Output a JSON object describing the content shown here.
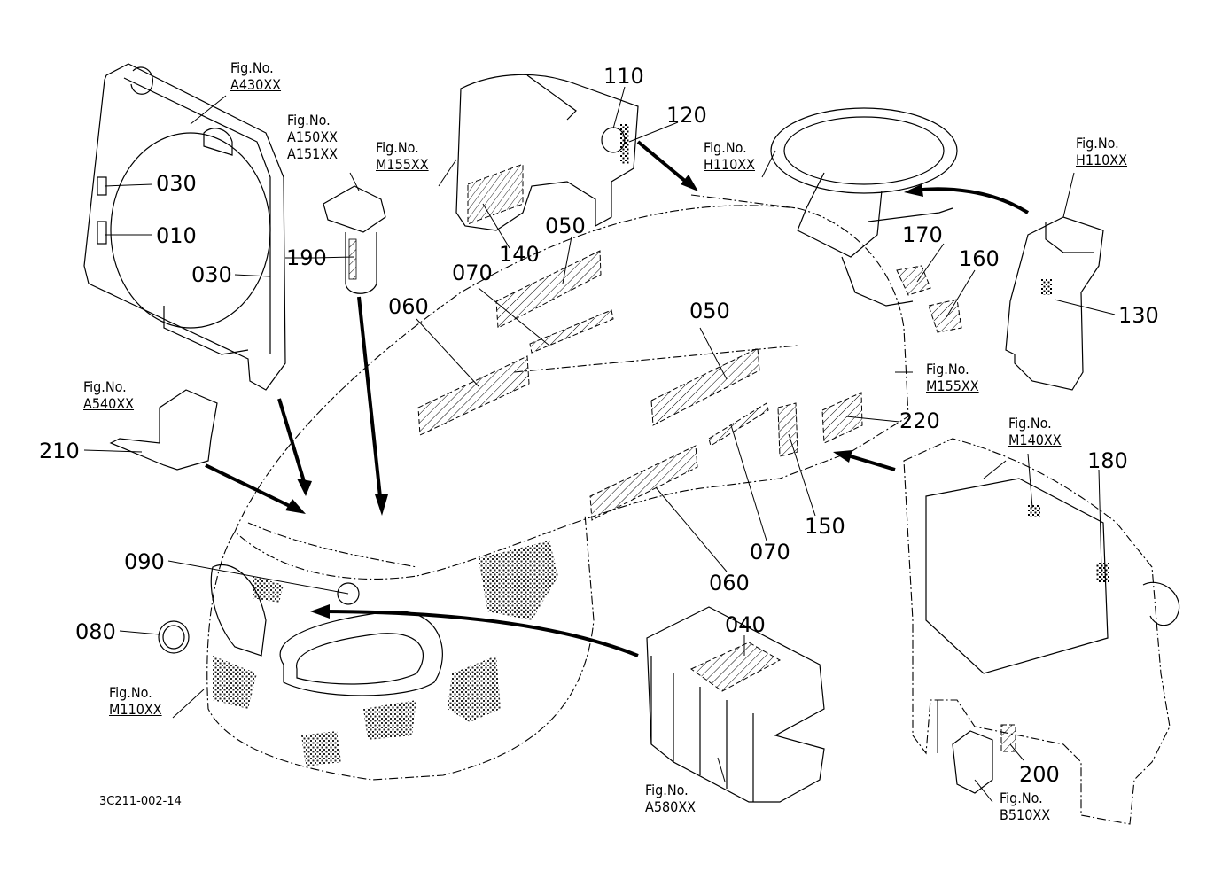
{
  "figure": {
    "drawing_number": "3C211-002-14"
  },
  "part_numbers": [
    {
      "id": "p110",
      "text": "110"
    },
    {
      "id": "p120",
      "text": "120"
    },
    {
      "id": "p030a",
      "text": "030"
    },
    {
      "id": "p010",
      "text": "010"
    },
    {
      "id": "p030b",
      "text": "030"
    },
    {
      "id": "p190",
      "text": "190"
    },
    {
      "id": "p140",
      "text": "140"
    },
    {
      "id": "p050a",
      "text": "050"
    },
    {
      "id": "p070a",
      "text": "070"
    },
    {
      "id": "p060a",
      "text": "060"
    },
    {
      "id": "p170",
      "text": "170"
    },
    {
      "id": "p160",
      "text": "160"
    },
    {
      "id": "p130",
      "text": "130"
    },
    {
      "id": "p050b",
      "text": "050"
    },
    {
      "id": "p220",
      "text": "220"
    },
    {
      "id": "p210",
      "text": "210"
    },
    {
      "id": "p150",
      "text": "150"
    },
    {
      "id": "p070b",
      "text": "070"
    },
    {
      "id": "p060b",
      "text": "060"
    },
    {
      "id": "p180",
      "text": "180"
    },
    {
      "id": "p090",
      "text": "090"
    },
    {
      "id": "p080",
      "text": "080"
    },
    {
      "id": "p040",
      "text": "040"
    },
    {
      "id": "p200",
      "text": "200"
    }
  ],
  "figure_references": [
    {
      "id": "a430",
      "label": "Fig.No.",
      "codes": [
        "A430XX"
      ]
    },
    {
      "id": "a150",
      "label": "Fig.No.",
      "codes": [
        "A150XX",
        "A151XX"
      ]
    },
    {
      "id": "m155a",
      "label": "Fig.No.",
      "codes": [
        "M155XX"
      ]
    },
    {
      "id": "h110a",
      "label": "Fig.No.",
      "codes": [
        "H110XX"
      ]
    },
    {
      "id": "h110b",
      "label": "Fig.No.",
      "codes": [
        "H110XX"
      ]
    },
    {
      "id": "m155b",
      "label": "Fig.No.",
      "codes": [
        "M155XX"
      ]
    },
    {
      "id": "a540",
      "label": "Fig.No.",
      "codes": [
        "A540XX"
      ]
    },
    {
      "id": "m140",
      "label": "Fig.No.",
      "codes": [
        "M140XX"
      ]
    },
    {
      "id": "m110",
      "label": "Fig.No.",
      "codes": [
        "M110XX"
      ]
    },
    {
      "id": "a580",
      "label": "Fig.No.",
      "codes": [
        "A580XX"
      ]
    },
    {
      "id": "b510",
      "label": "Fig.No.",
      "codes": [
        "B510XX"
      ]
    }
  ]
}
